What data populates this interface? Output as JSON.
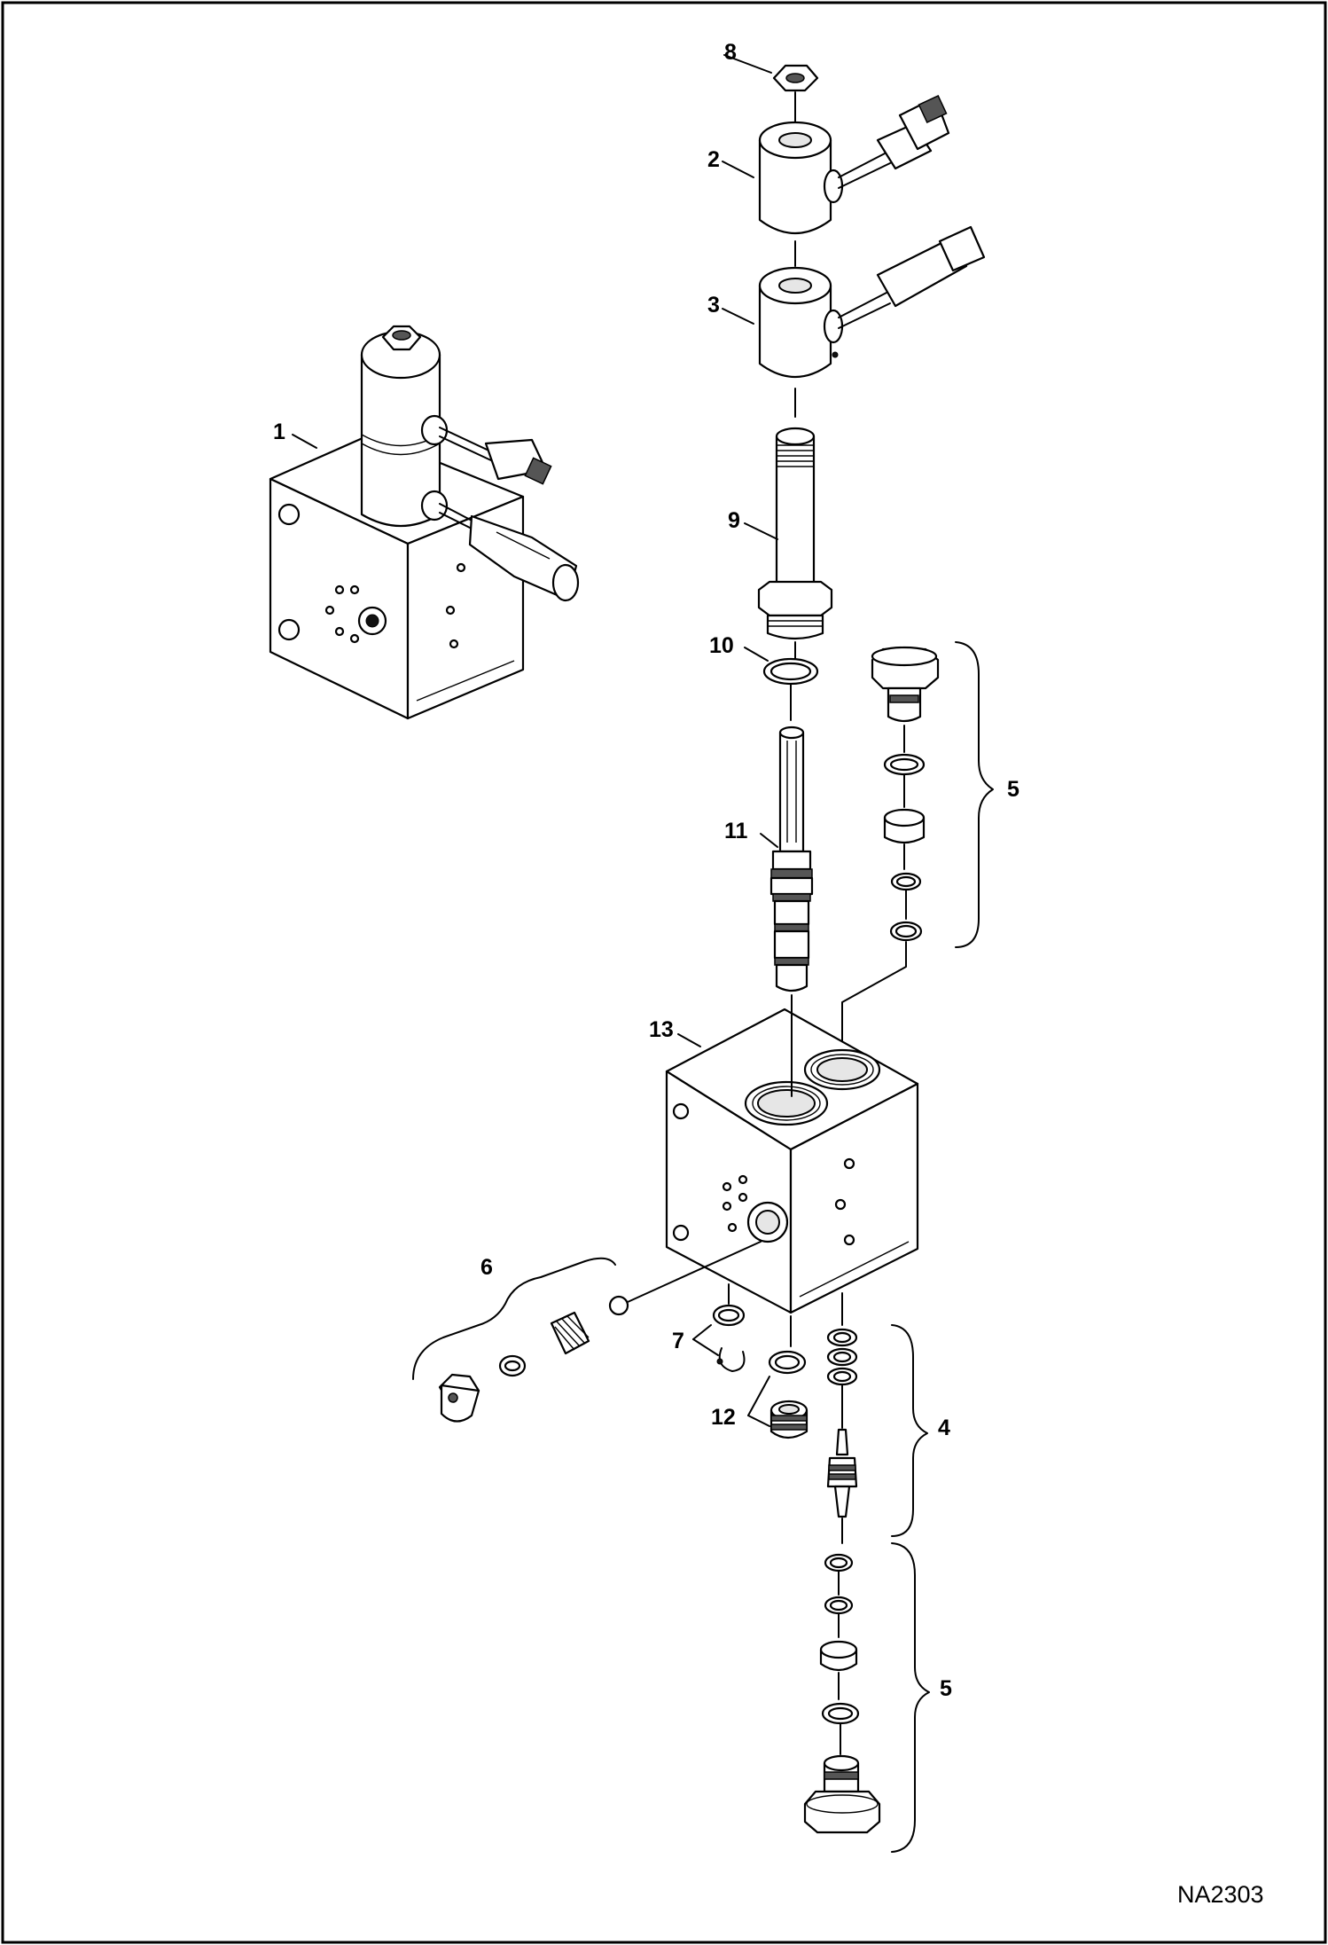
{
  "diagram": {
    "type": "exploded parts view",
    "figure_id": "NA2303",
    "callouts": {
      "c1": "1",
      "c2": "2",
      "c3": "3",
      "c4": "4",
      "c5a": "5",
      "c5b": "5",
      "c6": "6",
      "c7": "7",
      "c8": "8",
      "c9": "9",
      "c10": "10",
      "c11": "11",
      "c12": "12",
      "c13": "13"
    }
  }
}
